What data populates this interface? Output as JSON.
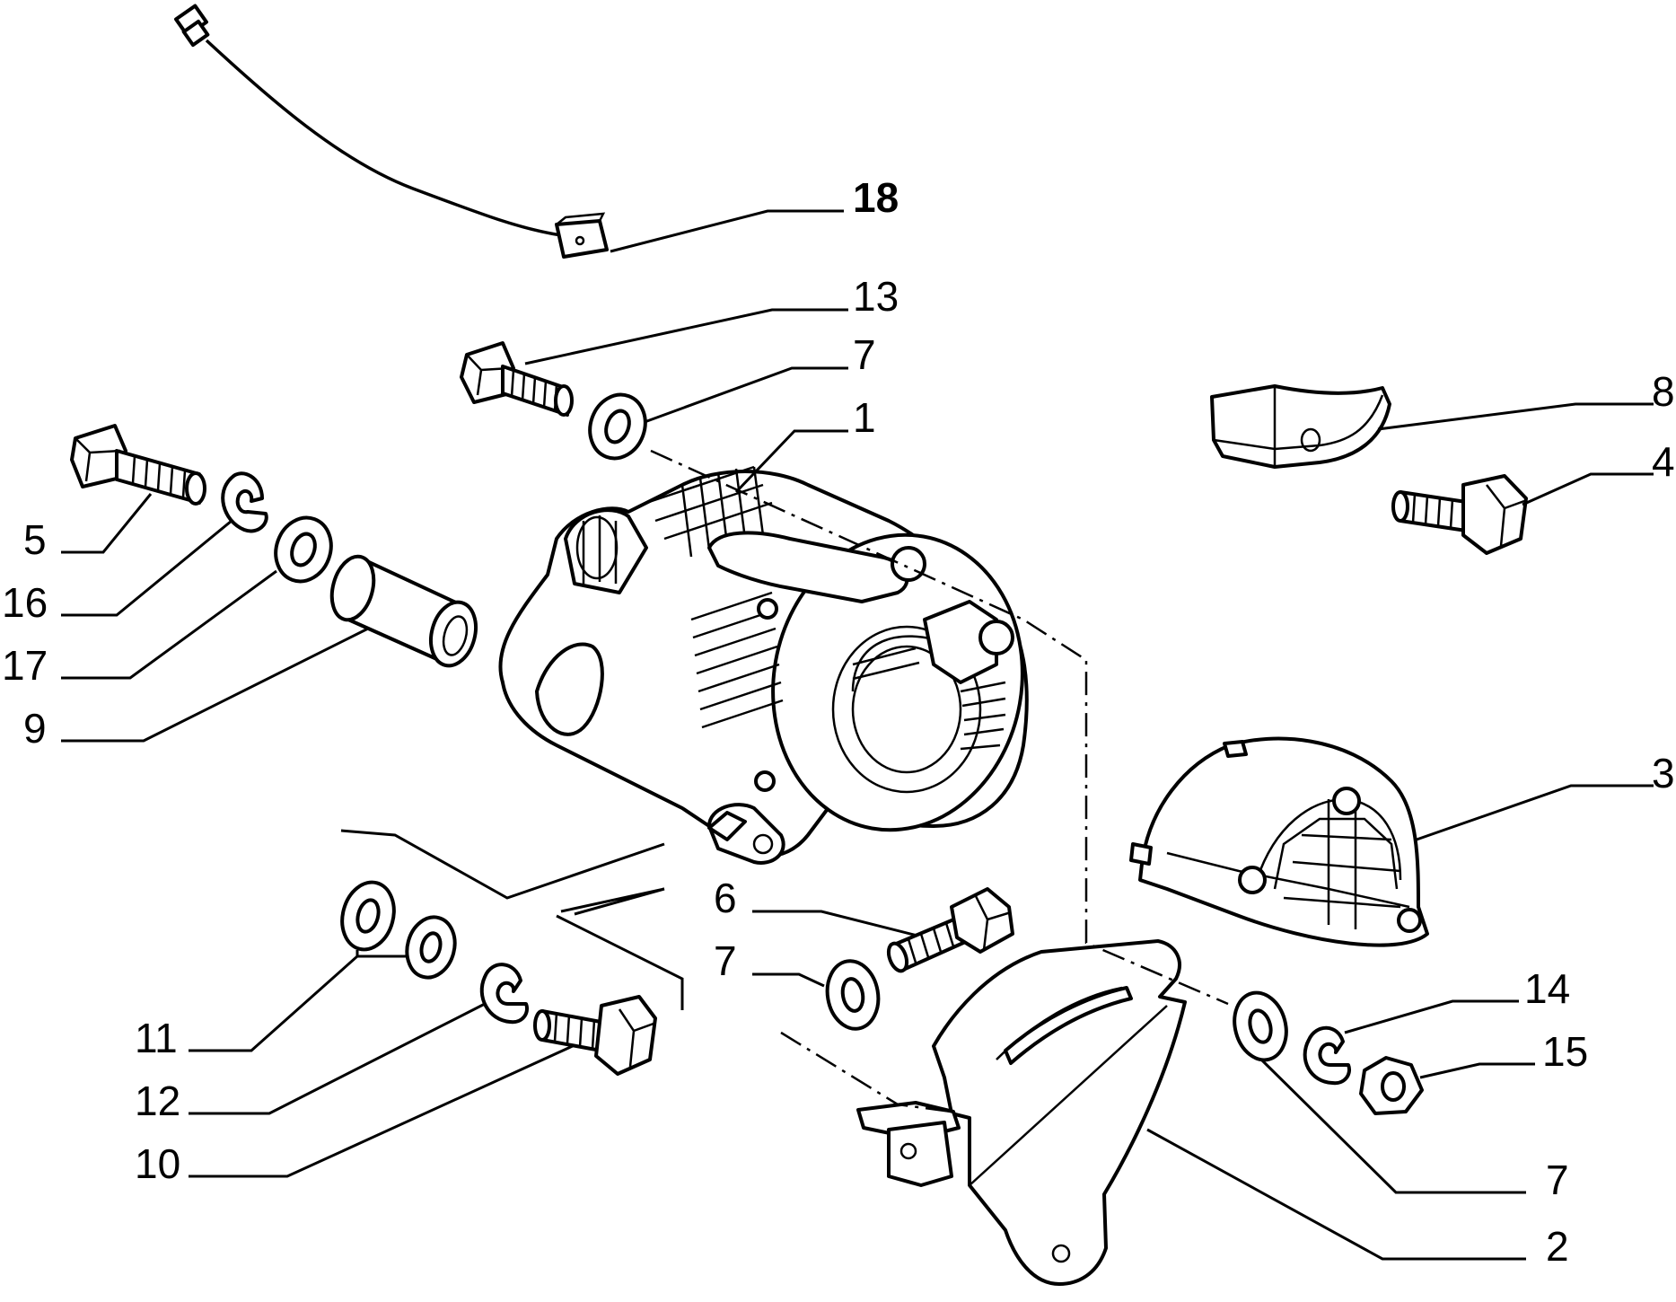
{
  "callouts": [
    {
      "id": "c18",
      "text": "18",
      "bold": true
    },
    {
      "id": "c13",
      "text": "13"
    },
    {
      "id": "c7a",
      "text": "7"
    },
    {
      "id": "c1",
      "text": "1"
    },
    {
      "id": "c8",
      "text": "8"
    },
    {
      "id": "c4",
      "text": "4"
    },
    {
      "id": "c5",
      "text": "5"
    },
    {
      "id": "c16",
      "text": "16"
    },
    {
      "id": "c17",
      "text": "17"
    },
    {
      "id": "c9",
      "text": "9"
    },
    {
      "id": "c3",
      "text": "3"
    },
    {
      "id": "c6",
      "text": "6"
    },
    {
      "id": "c7b",
      "text": "7"
    },
    {
      "id": "c14",
      "text": "14"
    },
    {
      "id": "c15",
      "text": "15"
    },
    {
      "id": "c11",
      "text": "11"
    },
    {
      "id": "c12",
      "text": "12"
    },
    {
      "id": "c10",
      "text": "10"
    },
    {
      "id": "c7c",
      "text": "7"
    },
    {
      "id": "c2",
      "text": "2"
    }
  ]
}
